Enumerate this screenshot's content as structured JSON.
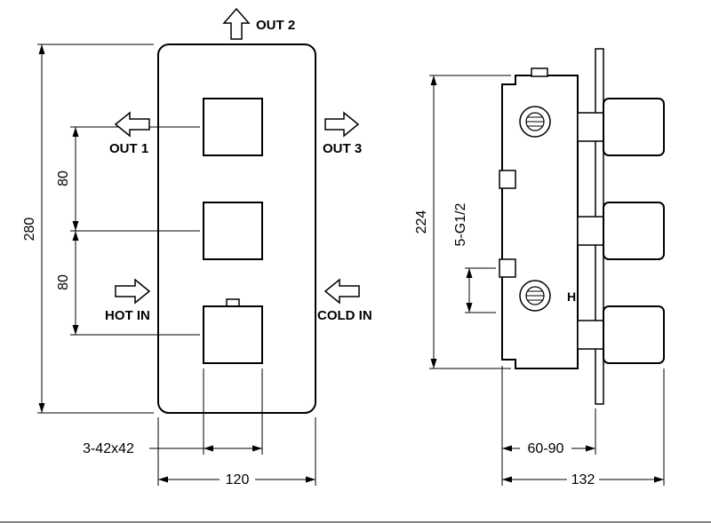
{
  "drawing": {
    "title": "thermostatic-shower-valve-dimension-drawing",
    "line_color": "#000000",
    "background": "#ffffff",
    "front_view": {
      "ports": {
        "out2": "OUT 2",
        "out1": "OUT 1",
        "out3": "OUT 3",
        "hot_in": "HOT IN",
        "cold_in": "COLD IN"
      },
      "dims": {
        "overall_height": "280",
        "knob_spacing_upper": "80",
        "knob_spacing_lower": "80",
        "knob_size_callout": "3-42x42",
        "plate_width": "120"
      }
    },
    "side_view": {
      "hot_marker": "H",
      "dims": {
        "body_height": "224",
        "thread_callout": "5-G1/2",
        "install_depth_range": "60-90",
        "overall_depth": "132"
      }
    }
  }
}
